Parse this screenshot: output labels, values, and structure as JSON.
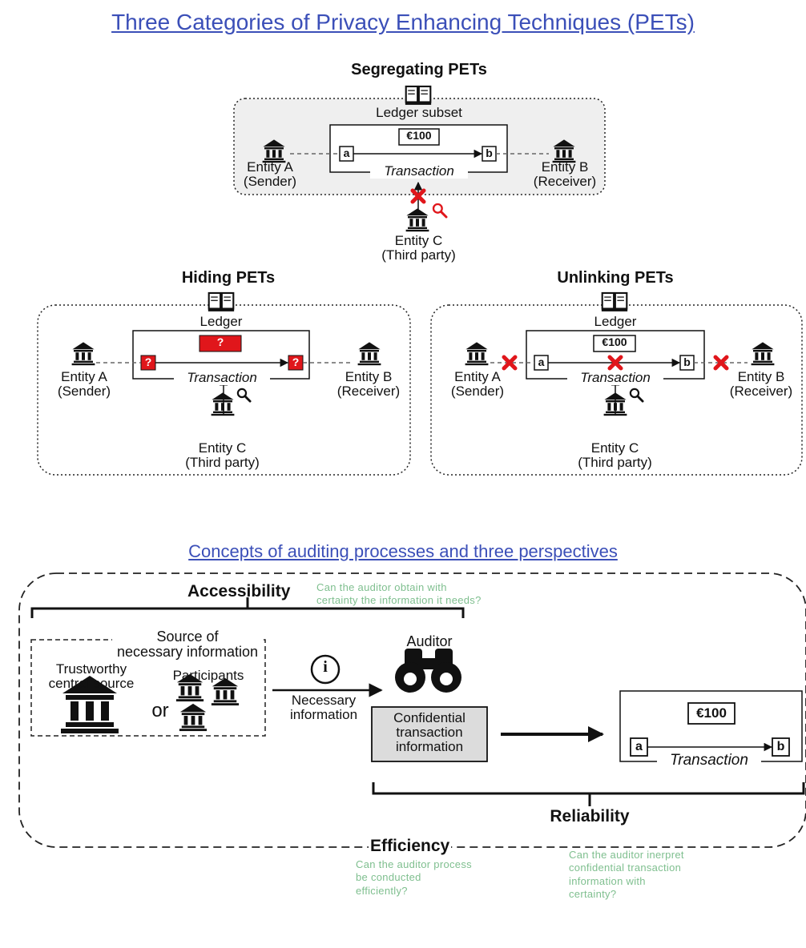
{
  "page_title": "Three Categories of Privacy Enhancing Techniques (PETs)",
  "segregating": {
    "heading": "Segregating PETs",
    "ledger_label": "Ledger subset",
    "amount": "€100",
    "node_a": "a",
    "node_b": "b",
    "transaction_label": "Transaction",
    "entity_a": [
      "Entity A",
      "(Sender)"
    ],
    "entity_b": [
      "Entity B",
      "(Receiver)"
    ],
    "entity_c": [
      "Entity C",
      "(Third party)"
    ]
  },
  "hiding": {
    "heading": "Hiding PETs",
    "ledger_label": "Ledger",
    "amount": "?",
    "node_a": "?",
    "node_b": "?",
    "transaction_label": "Transaction",
    "entity_a": [
      "Entity A",
      "(Sender)"
    ],
    "entity_b": [
      "Entity B",
      "(Receiver)"
    ],
    "entity_c": [
      "Entity C",
      "(Third party)"
    ]
  },
  "unlinking": {
    "heading": "Unlinking PETs",
    "ledger_label": "Ledger",
    "amount": "€100",
    "node_a": "a",
    "node_b": "b",
    "transaction_label": "Transaction",
    "entity_a": [
      "Entity A",
      "(Sender)"
    ],
    "entity_b": [
      "Entity B",
      "(Receiver)"
    ],
    "entity_c": [
      "Entity C",
      "(Third party)"
    ]
  },
  "auditing": {
    "title": "Concepts of auditing processes and three perspectives",
    "accessibility": {
      "heading": "Accessibility",
      "question_lines": [
        "Can the auditor obtain with",
        "certainty the information it needs?"
      ]
    },
    "source_lines": [
      "Source of",
      "necessary information"
    ],
    "trustworthy_lines": [
      "Trustworthy",
      "central source"
    ],
    "or": "or",
    "participants": "Participants",
    "auditor": "Auditor",
    "info_icon": "i",
    "necessary_info_lines": [
      "Necessary",
      "information"
    ],
    "confidential_lines": [
      "Confidential",
      "transaction",
      "information"
    ],
    "amount": "€100",
    "node_a": "a",
    "node_b": "b",
    "transaction_label": "Transaction",
    "reliability": {
      "heading": "Reliability",
      "question_lines": [
        "Can the auditor inerpret",
        "confidential transaction",
        "information with",
        "certainty?"
      ]
    },
    "efficiency": {
      "heading": "Efficiency",
      "question_lines": [
        "Can the auditor process",
        "be conducted",
        "efficiently?"
      ]
    }
  },
  "colors": {
    "title_blue": "#3b4fb8",
    "hidden_red": "#e0161b",
    "note_green": "#7fbf8f",
    "panel_gray": "#efefef"
  }
}
